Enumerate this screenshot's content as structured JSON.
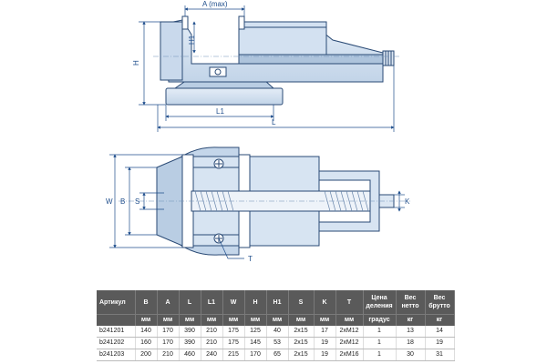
{
  "drawing": {
    "labels": {
      "a_max": "A (max)",
      "h1": "H1",
      "h": "H",
      "l1": "L1",
      "l": "L",
      "w": "W",
      "b": "B",
      "s": "S",
      "k": "K",
      "t": "T"
    },
    "colors": {
      "body": "#d6e3f2",
      "body_dark": "#aec4dc",
      "outline": "#2a4a75",
      "dimension": "#1f4e8c"
    }
  },
  "table": {
    "headers": [
      "Артикул",
      "B",
      "A",
      "L",
      "L1",
      "W",
      "H",
      "H1",
      "S",
      "K",
      "T",
      "Цена деления",
      "Вес нетто",
      "Вес брутто"
    ],
    "units": [
      "",
      "мм",
      "мм",
      "мм",
      "мм",
      "мм",
      "мм",
      "мм",
      "мм",
      "мм",
      "мм",
      "градус",
      "кг",
      "кг"
    ],
    "rows": [
      [
        "b241201",
        "140",
        "170",
        "390",
        "210",
        "175",
        "125",
        "40",
        "2x15",
        "17",
        "2xM12",
        "1",
        "13",
        "14"
      ],
      [
        "b241202",
        "160",
        "170",
        "390",
        "210",
        "175",
        "145",
        "53",
        "2x15",
        "19",
        "2xM12",
        "1",
        "18",
        "19"
      ],
      [
        "b241203",
        "200",
        "210",
        "460",
        "240",
        "215",
        "170",
        "65",
        "2x15",
        "19",
        "2xM16",
        "1",
        "30",
        "31"
      ]
    ]
  }
}
